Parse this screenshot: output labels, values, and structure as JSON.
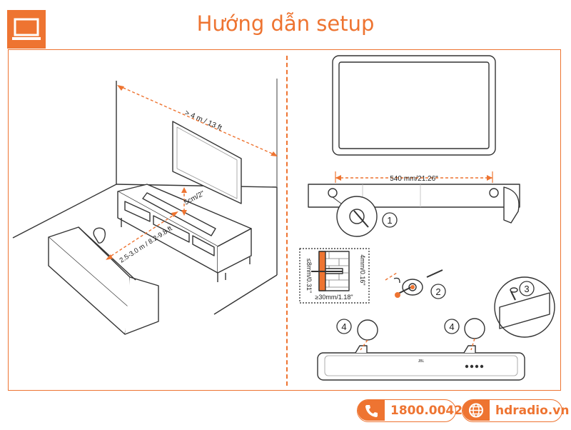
{
  "header": {
    "title": "Hướng dẫn setup"
  },
  "left_panel": {
    "width_label": "> 4 m / 13 ft",
    "tv_gap_label": "5cm/2\"",
    "distance_label": "2.5-3.0 m / 8.2-9.8 ft"
  },
  "right_panel": {
    "bracket_distance_label": "540 mm/21.26\"",
    "hole_diameter_label": "≤8mm/0.31\"",
    "hole_depth_label": "≥30mm/1.18\"",
    "wall_gap_label": "4mm/0.16\"",
    "step_1": "1",
    "step_2": "2",
    "step_3": "3",
    "step_4_left": "4",
    "step_4_right": "4",
    "soundbar_brand": "JBL"
  },
  "footer": {
    "phone": "1800.0042",
    "website": "hdradio.vn"
  },
  "colors": {
    "accent": "#ee7431",
    "line": "#333333"
  }
}
